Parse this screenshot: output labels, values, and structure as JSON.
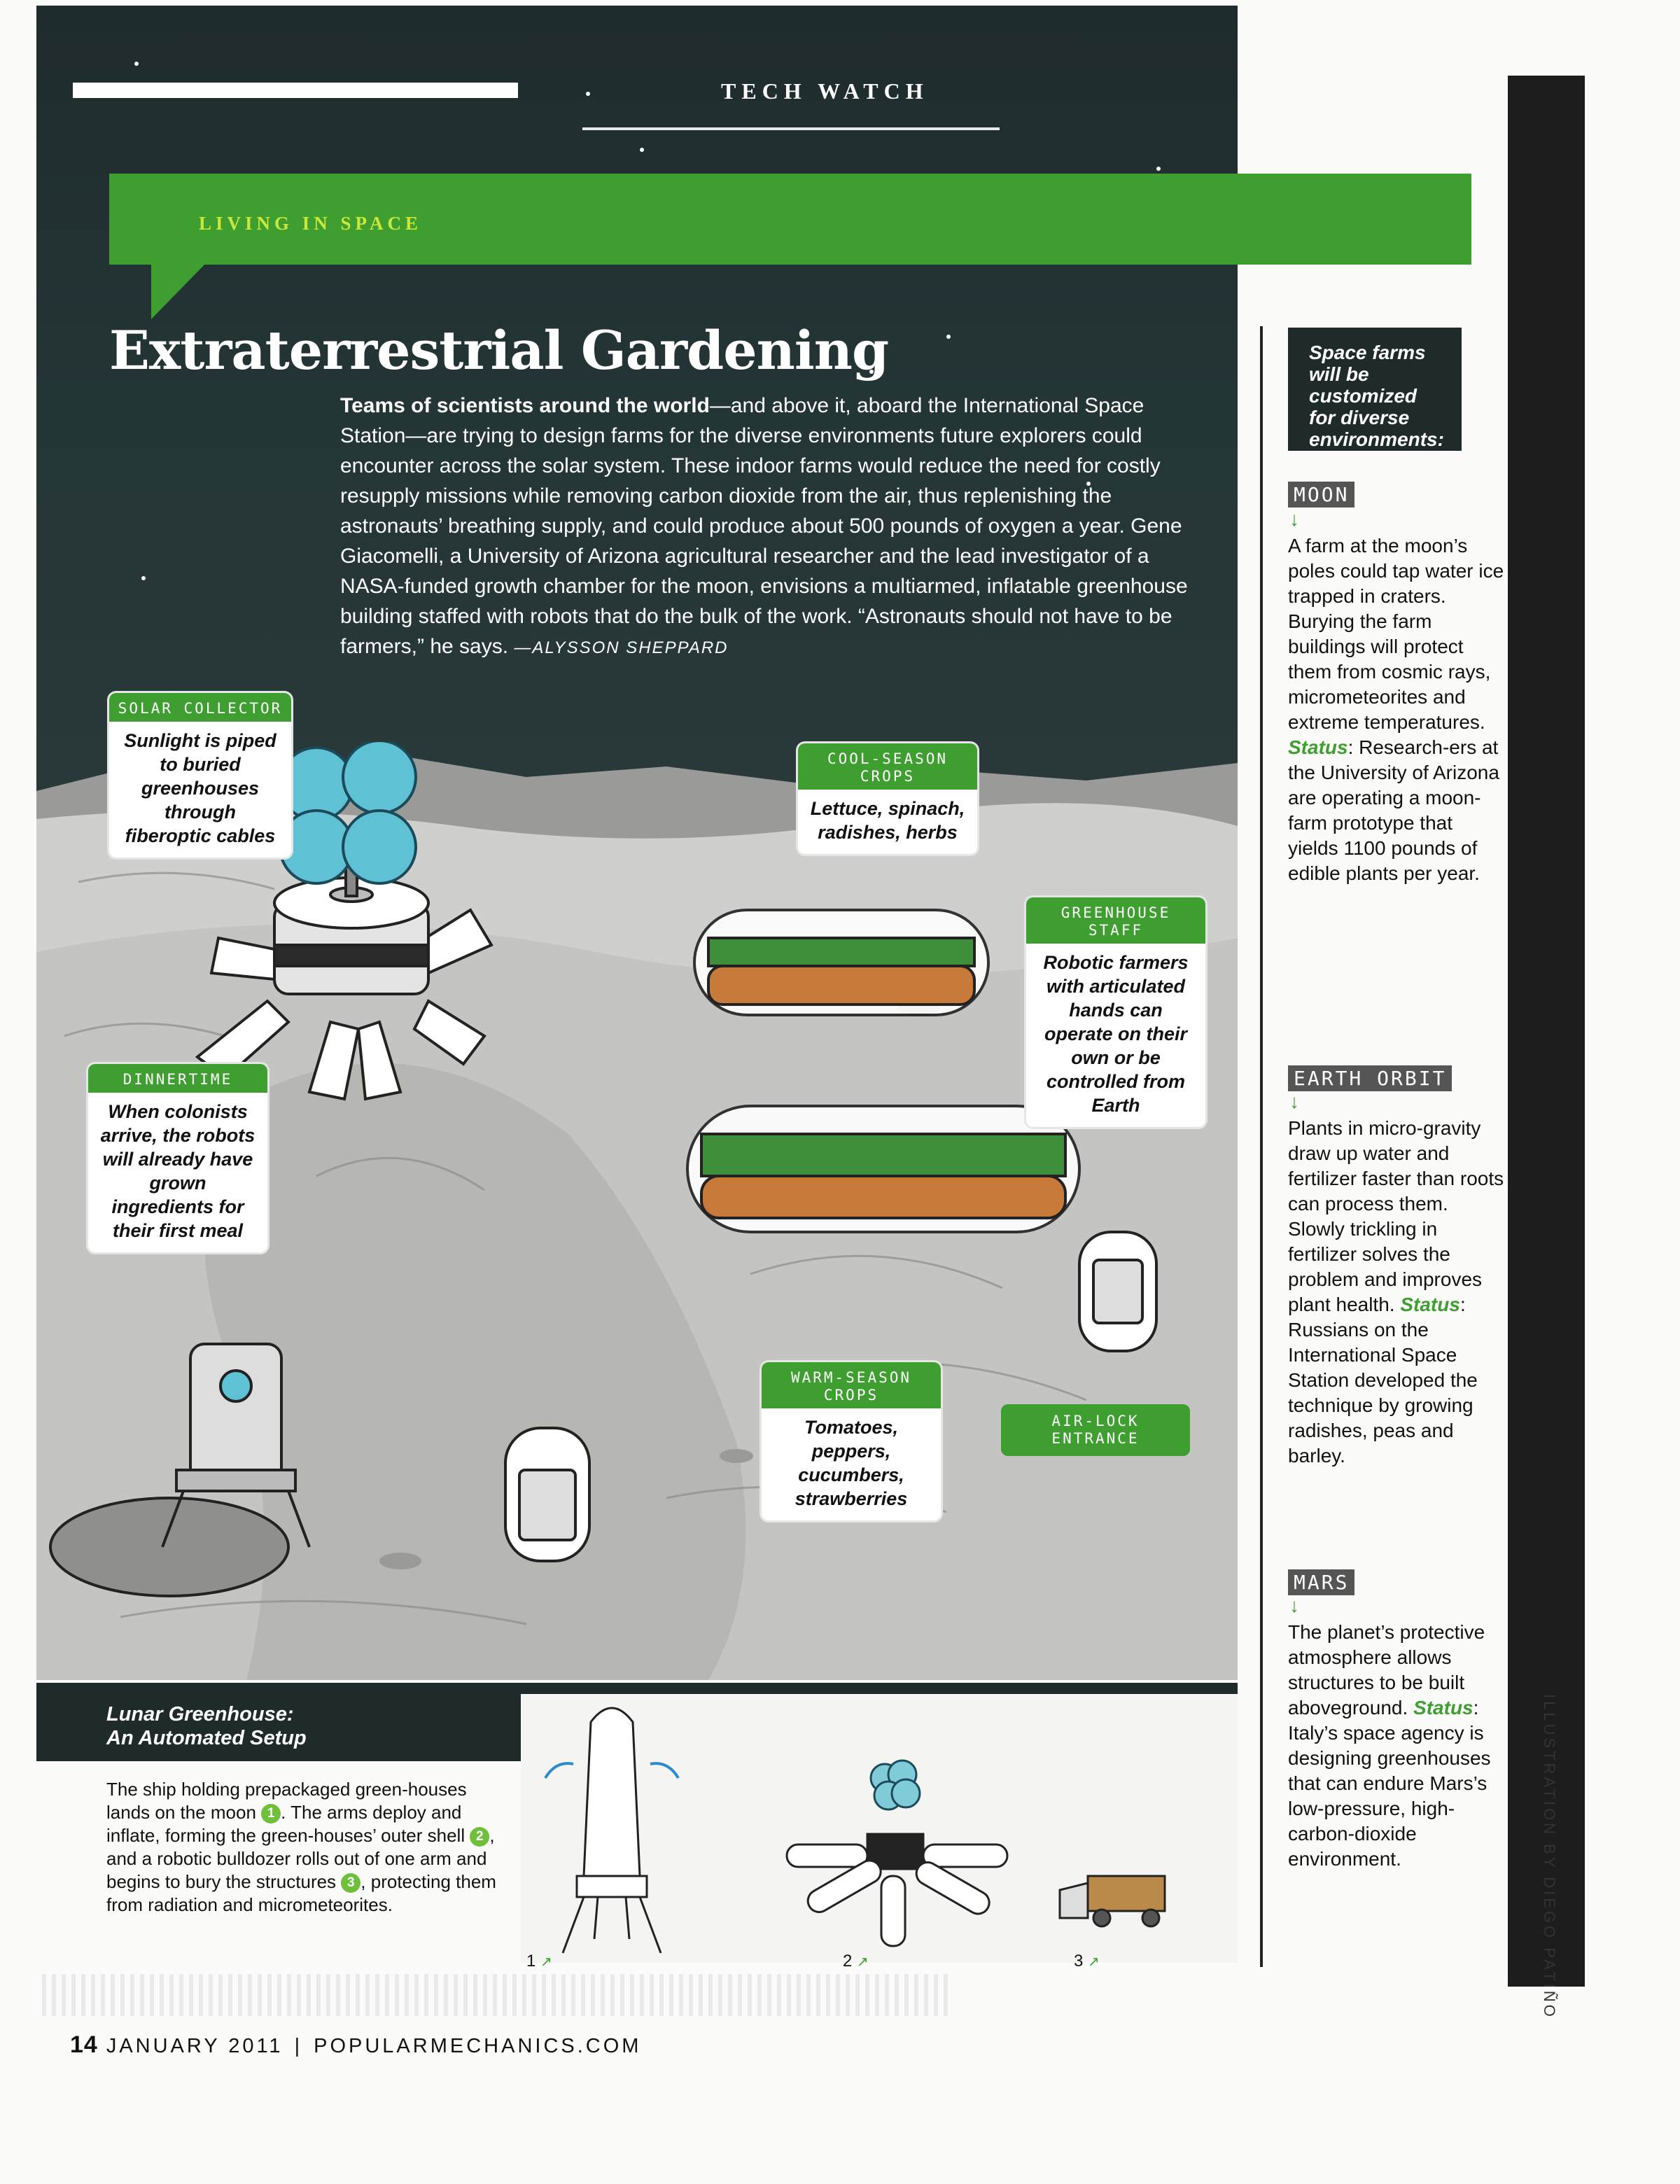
{
  "header": {
    "section": "TECH WATCH",
    "banner_label": "LIVING IN SPACE"
  },
  "article": {
    "headline": "Extraterrestrial Gardening",
    "intro_lead": "Teams of scientists around the world",
    "intro_body": "—and above it, aboard the International Space Station—are trying to design farms for the diverse environments future explorers could encounter across the solar system. These indoor farms would reduce the need for costly resupply missions while removing carbon dioxide from the air, thus replenishing the astronauts’ breathing supply, and could produce about 500 pounds of oxygen a year. Gene Giacomelli, a University of Arizona agricultural researcher and the lead investigator of a NASA-funded growth chamber for the moon, envisions a multiarmed, inflatable greenhouse building staffed with robots that do the bulk of the work. “Astronauts should not have to be farmers,” he says.",
    "byline": "—ALYSSON SHEPPARD"
  },
  "callouts": {
    "solar": {
      "tag": "SOLAR COLLECTOR",
      "text": "Sunlight is piped to buried greenhouses through fiberoptic cables"
    },
    "cool": {
      "tag": "COOL-SEASON CROPS",
      "text": "Lettuce, spinach, radishes, herbs"
    },
    "staff": {
      "tag": "GREENHOUSE STAFF",
      "text": "Robotic farmers with articulated hands can operate on their own or be controlled from Earth"
    },
    "dinner": {
      "tag": "DINNERTIME",
      "text": "When colonists arrive, the robots will already have grown ingredients for their first meal"
    },
    "warm": {
      "tag": "WARM-SEASON CROPS",
      "text": "Tomatoes, peppers, cucumbers, strawberries"
    },
    "airlock": {
      "tag": "AIR-LOCK ENTRANCE"
    }
  },
  "setup": {
    "title_line1": "Lunar Greenhouse:",
    "title_line2": "An Automated Setup",
    "text_1": "The ship holding prepackaged green-houses lands on the moon ",
    "text_2": ". The arms deploy and inflate, forming the green-houses’ outer shell ",
    "text_3": ", and a robotic bulldozer rolls out of one arm and begins to bury the structures ",
    "text_4": ", protecting them from radiation and micrometeorites.",
    "n1": "1",
    "n2": "2",
    "n3": "3",
    "steps": [
      "1",
      "2",
      "3"
    ],
    "step_arrow": "↗"
  },
  "sidebar": {
    "heading": "Space farms will be customized for diverse environments:",
    "arrow": "↓",
    "status_label": "Status",
    "sections": [
      {
        "tag": "MOON",
        "body": "A farm at the moon’s poles could tap water ice trapped in craters. Burying the farm buildings will protect them from cosmic rays, micrometeorites and extreme temperatures.",
        "status": ": Research-ers at the University of Arizona are operating a moon-farm prototype that yields 1100 pounds of edible plants per year."
      },
      {
        "tag": "EARTH ORBIT",
        "body": "Plants in micro-gravity draw up water and fertilizer faster than roots can process them. Slowly trickling in fertilizer solves the problem and improves plant health.",
        "status": ": Russians on the International Space Station developed the technique by growing radishes, peas and barley."
      },
      {
        "tag": "MARS",
        "body": "The planet’s protective atmosphere allows structures to be built aboveground.",
        "status": ": Italy’s space agency is designing greenhouses that can endure Mars’s low-pressure, high-carbon-dioxide environment."
      }
    ]
  },
  "credit": "ILLUSTRATION BY DIEGO PATIÑO",
  "footer": {
    "page": "14",
    "date": "JANUARY 2011",
    "site": "POPULARMECHANICS.COM"
  },
  "colors": {
    "accent_green": "#3e9e2f",
    "dark_panel": "#1f2a2b"
  }
}
